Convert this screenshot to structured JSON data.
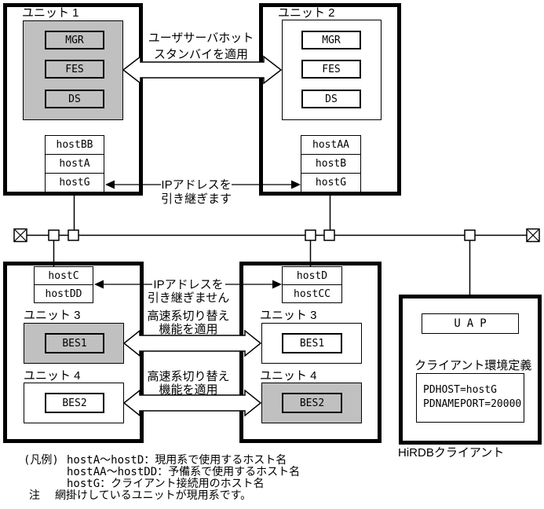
{
  "colors": {
    "shade": "#c0c0c0",
    "line": "#000000",
    "background": "#ffffff"
  },
  "units": {
    "unit1": {
      "label": "ユニット 1",
      "servers": [
        "MGR",
        "FES",
        "DS"
      ],
      "hosts": [
        "hostBB",
        "hostA",
        "hostG"
      ]
    },
    "unit2": {
      "label": "ユニット 2",
      "servers": [
        "MGR",
        "FES",
        "DS"
      ],
      "hosts": [
        "hostAA",
        "hostB",
        "hostG"
      ]
    },
    "unit3_active": {
      "label": "ユニット 3",
      "server": "BES1"
    },
    "unit4_active": {
      "label": "ユニット 4",
      "server": "BES2"
    },
    "unit3_standby": {
      "label": "ユニット 3",
      "server": "BES1"
    },
    "unit4_standby": {
      "label": "ユニット 4",
      "server": "BES2"
    },
    "lower_left_hosts": [
      "hostC",
      "hostDD"
    ],
    "lower_right_hosts": [
      "hostD",
      "hostCC"
    ]
  },
  "annotations": {
    "hot_standby": [
      "ユーザサーバホット",
      "スタンバイを適用"
    ],
    "ip_takeover": [
      "IPアドレスを",
      "引き継ぎます"
    ],
    "ip_no_takeover": [
      "IPアドレスを",
      "引き継ぎません"
    ],
    "fast_switch_upper": [
      "高速系切り替え",
      "機能を適用"
    ],
    "fast_switch_lower": [
      "高速系切り替え",
      "機能を適用"
    ]
  },
  "client": {
    "uap_label": "UAP",
    "env_title": "クライアント環境定義",
    "env_lines": [
      "PDHOST=hostG",
      "PDNAMEPORT=20000"
    ],
    "caption": "HiRDBクライアント"
  },
  "legend": {
    "prefix": "(凡例)",
    "lines": [
      "hostA～hostD：現用系で使用するホスト名",
      "hostAA～hostDD：予備系で使用するホスト名",
      "hostG：クライアント接続用のホスト名"
    ],
    "note_prefix": "注",
    "note": "網掛けしているユニットが現用系です。"
  }
}
